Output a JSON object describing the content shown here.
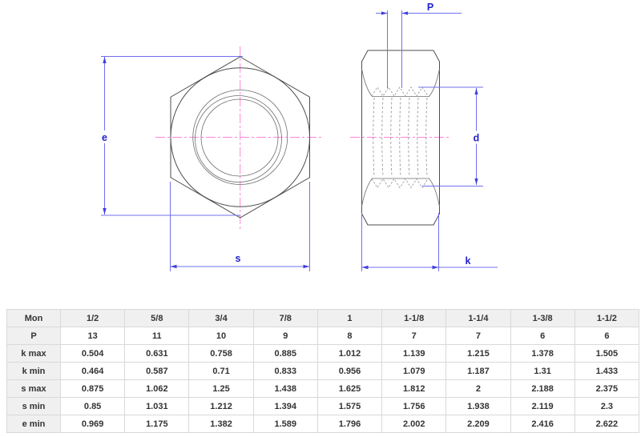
{
  "diagram": {
    "labels": {
      "e": "e",
      "s": "s",
      "P": "P",
      "d": "d",
      "k": "k"
    },
    "colors": {
      "dimension_line": "#7070ee",
      "dimension_label": "#2222cc",
      "centerline": "#ff85d5",
      "outline": "#4d4d4d"
    }
  },
  "table": {
    "header": [
      "Mon",
      "1/2",
      "5/8",
      "3/4",
      "7/8",
      "1",
      "1-1/8",
      "1-1/4",
      "1-3/8",
      "1-1/2"
    ],
    "rows": [
      [
        "P",
        "13",
        "11",
        "10",
        "9",
        "8",
        "7",
        "7",
        "6",
        "6"
      ],
      [
        "k max",
        "0.504",
        "0.631",
        "0.758",
        "0.885",
        "1.012",
        "1.139",
        "1.215",
        "1.378",
        "1.505"
      ],
      [
        "k min",
        "0.464",
        "0.587",
        "0.71",
        "0.833",
        "0.956",
        "1.079",
        "1.187",
        "1.31",
        "1.433"
      ],
      [
        "s max",
        "0.875",
        "1.062",
        "1.25",
        "1.438",
        "1.625",
        "1.812",
        "2",
        "2.188",
        "2.375"
      ],
      [
        "s min",
        "0.85",
        "1.031",
        "1.212",
        "1.394",
        "1.575",
        "1.756",
        "1.938",
        "2.119",
        "2.3"
      ],
      [
        "e min",
        "0.969",
        "1.175",
        "1.382",
        "1.589",
        "1.796",
        "2.002",
        "2.209",
        "2.416",
        "2.622"
      ]
    ]
  }
}
